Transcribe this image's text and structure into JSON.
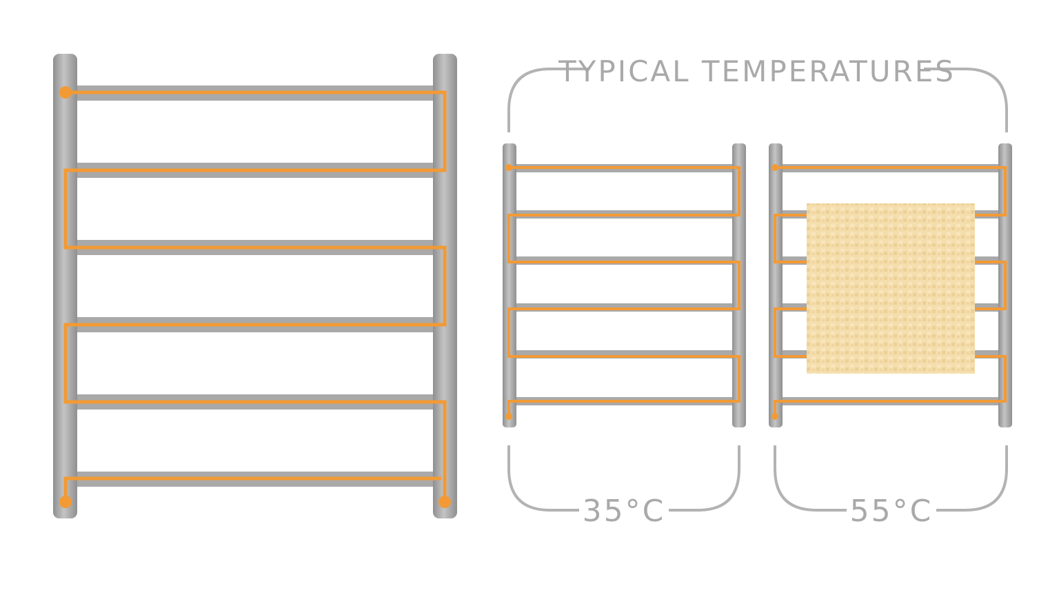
{
  "diagram": {
    "heading": "TYPICAL TEMPERATURES",
    "temperatures": [
      {
        "label": "35°C"
      },
      {
        "label": "55°C"
      }
    ]
  },
  "colors": {
    "rail": "#a7a7a7",
    "rail_highlight": "#cfcfcf",
    "heating_element": "#f39a35",
    "bracket": "#b3b3b3",
    "towel": "#f4dcaa"
  },
  "icons": [
    "towel-rail",
    "heating-wire",
    "towel"
  ]
}
